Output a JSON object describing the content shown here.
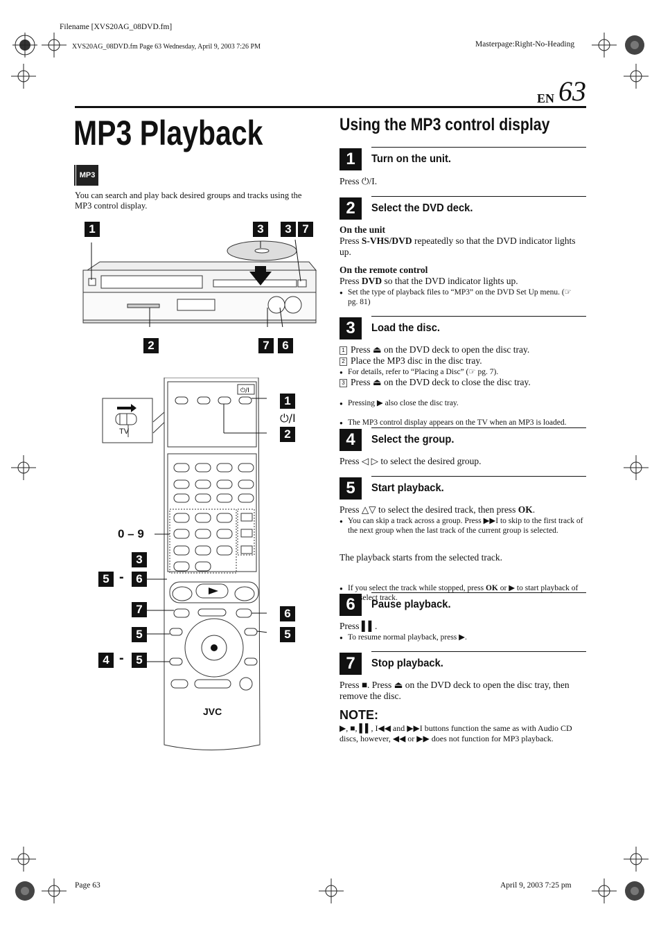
{
  "header": {
    "filename": "Filename [XVS20AG_08DVD.fm]",
    "fileline": "XVS20AG_08DVD.fm  Page 63  Wednesday, April 9, 2003  7:26 PM",
    "masterpage": "Masterpage:Right-No-Heading",
    "lang": "EN",
    "page_number": "63"
  },
  "left": {
    "title": "MP3 Playback",
    "badge": "MP3",
    "intro": "You can search and play back desired groups and tracks using the MP3 control display.",
    "deck_callouts": [
      "1",
      "3",
      "3",
      "7",
      "2",
      "7",
      "6"
    ],
    "remote_callouts": {
      "c1": "1",
      "c2": "2",
      "power": "⏻/I",
      "zero_nine": "0 – 9",
      "c3": "3",
      "c5a": "5",
      "c6a": "6",
      "c7": "7",
      "c6b": "6",
      "c5b": "5",
      "c5c": "5",
      "c4": "4",
      "c5d": "5",
      "dash": "-",
      "tv": "TV",
      "jvc": "JVC"
    }
  },
  "right": {
    "heading": "Using the MP3 control display",
    "steps": [
      {
        "num": "1",
        "title": "Turn on the unit.",
        "body": "Press ⏻/I."
      },
      {
        "num": "2",
        "title": "Select the DVD deck.",
        "sub1_head": "On the unit",
        "sub1_pre": "Press ",
        "sub1_bold": "S-VHS/DVD",
        "sub1_post": " repeatedly so that the DVD indicator lights up.",
        "sub2_head": "On the remote control",
        "sub2_pre": "Press ",
        "sub2_bold": "DVD",
        "sub2_post": " so that the DVD indicator lights up.",
        "bullet": "Set the type of playback files to “MP3” on the DVD Set Up menu. (☞ pg. 81)"
      },
      {
        "num": "3",
        "title": "Load the disc.",
        "s1": "Press ⏏ on the DVD deck to open the disc tray.",
        "s2": "Place the MP3 disc in the disc tray.",
        "b1": "For details, refer to “Placing a Disc” (☞ pg. 7).",
        "s3": "Press ⏏ on the DVD deck to close the disc tray.",
        "b2": "Pressing ▶ also close the disc tray.",
        "b3": "The MP3 control display appears on the TV when an MP3 is loaded."
      },
      {
        "num": "4",
        "title": "Select the group.",
        "body": "Press ◁ ▷ to select the desired group."
      },
      {
        "num": "5",
        "title": "Start playback.",
        "body_pre": "Press △▽ to select the desired track, then press ",
        "body_bold": "OK",
        "body_post": ".",
        "b1": "You can skip a track across a group. Press ▶▶I to skip to the first track of the next group when the last track of the current group is selected.",
        "body2": "The playback starts from the selected track.",
        "b2_pre": "If you select the track while stopped, press ",
        "b2_bold": "OK",
        "b2_post": " or ▶ to start playback of the select track."
      },
      {
        "num": "6",
        "title": "Pause playback.",
        "body": "Press ▌▌.",
        "b1": "To resume normal playback, press ▶."
      },
      {
        "num": "7",
        "title": "Stop playback.",
        "body": "Press ■. Press ⏏ on the DVD deck to open the disc tray, then remove the disc."
      }
    ],
    "note_label": "NOTE:",
    "note_text": "▶, ■, ▌▌, I◀◀ and ▶▶I buttons function the same as with Audio CD discs, however, ◀◀ or ▶▶ does not function for MP3 playback."
  },
  "footer": {
    "page": "Page 63",
    "date": "April 9, 2003 7:25 pm"
  }
}
